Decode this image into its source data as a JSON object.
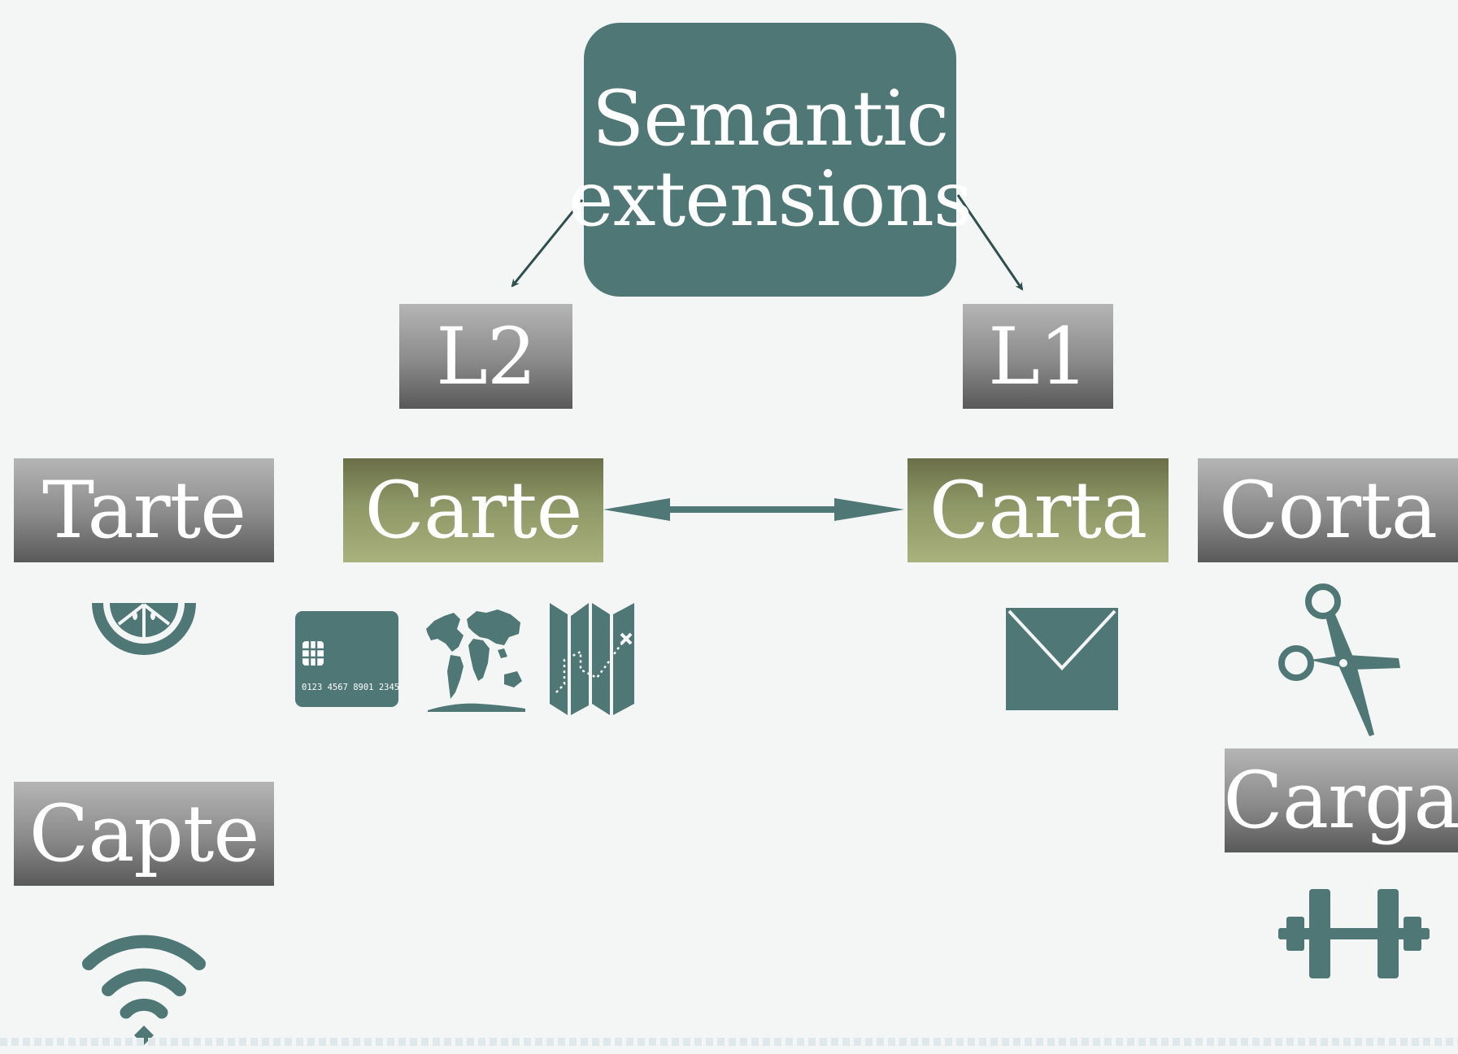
{
  "colors": {
    "background": "#f4f6f6",
    "teal": "#4e7775",
    "olive_top": "#6b6f48",
    "olive_bottom": "#a9b27c",
    "gray_top": "#b5b5b5",
    "gray_bottom": "#595959"
  },
  "root": {
    "line1": "Semantic",
    "line2": "extensions"
  },
  "languages": {
    "l2": "L2",
    "l1": "L1"
  },
  "words": {
    "tarte": "Tarte",
    "carte": "Carte",
    "carta": "Carta",
    "corta": "Corta",
    "capte": "Capte",
    "carga": "Carga"
  },
  "card_number": "0123 4567 8901 2345",
  "icons": {
    "tarte": "lemon-slice-icon",
    "carte": [
      "credit-card-icon",
      "world-map-icon",
      "folded-map-icon"
    ],
    "carta": "envelope-icon",
    "corta": "scissors-icon",
    "capte": "wifi-icon",
    "carga": "dumbbell-icon"
  }
}
